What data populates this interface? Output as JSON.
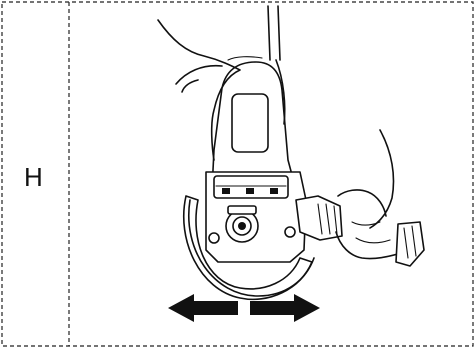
{
  "panel": {
    "label": "H"
  },
  "illustration": {
    "subject": "angle-grinder-two-hand-operation",
    "motion_arrows": [
      "arrow-left",
      "arrow-right"
    ]
  }
}
